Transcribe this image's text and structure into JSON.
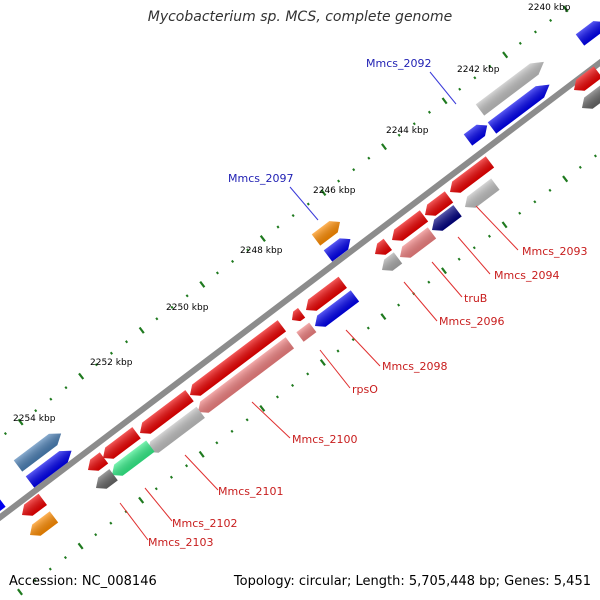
{
  "title": "Mycobacterium sp. MCS, complete genome",
  "footer": {
    "accession": "Accession: NC_008146",
    "summary": "Topology: circular; Length: 5,705,448 bp; Genes: 5,451"
  },
  "colors": {
    "backbone": "#8c8c8c",
    "tick": "#1f7a1f",
    "label_forward": "#1f1fb3",
    "label_reverse": "#c81e1e",
    "leader_forward": "#3a3ad9",
    "leader_reverse": "#e03030"
  },
  "ticks": [
    "2240 kbp",
    "2242 kbp",
    "2244 kbp",
    "2246 kbp",
    "2248 kbp",
    "2250 kbp",
    "2252 kbp",
    "2254 kbp"
  ],
  "gene_labels": [
    "Mmcs_2092",
    "Mmcs_2097",
    "Mmcs_2093",
    "Mmcs_2094",
    "truB",
    "Mmcs_2096",
    "Mmcs_2098",
    "rpsO",
    "Mmcs_2100",
    "Mmcs_2101",
    "Mmcs_2102",
    "Mmcs_2103"
  ]
}
